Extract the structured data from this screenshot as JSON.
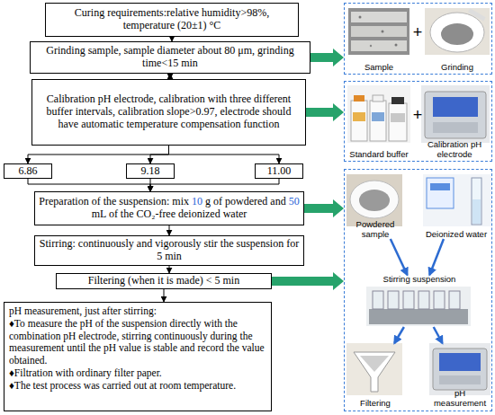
{
  "diagram": {
    "nodes": [
      {
        "text": [
          "Curing requirements:relative humidity>98%, temperature (20±1) °C"
        ]
      },
      {
        "text": [
          "Grinding sample, sample diameter about 80 μm, grinding time<15 min"
        ]
      },
      {
        "text": [
          "Calibration pH electrode, calibration with three different buffer intervals, calibration slope>0.97, electrode should have automatic temperature compensation function"
        ]
      },
      {
        "text": [
          "6.86"
        ]
      },
      {
        "text": [
          "9.18"
        ]
      },
      {
        "text": [
          "11.00"
        ]
      },
      {
        "text": [
          "Preparation of the suspension: mix 10 g of powdered and 50 mL of the CO₂-free deionized water"
        ]
      },
      {
        "text": [
          "Stirring: continuously and vigorously stir the suspension for 5 min"
        ]
      },
      {
        "text": [
          "Filtering (when it is made) < 5 min"
        ]
      },
      {
        "text": [
          "pH measurement, just after stirring:",
          "♦To measure the pH of the suspension directly with the combination pH electrode, stirring continuously during the measurement until the pH value is stable and record the value obtained.",
          "♦Filtration with ordinary filter paper.",
          "♦The test process was carried out at room temperature."
        ]
      },
      {
        "text": []
      },
      {
        "text": [
          "Sample"
        ],
        "in": 10
      },
      {
        "text": [
          "Grinding"
        ],
        "in": 10
      },
      {
        "text": []
      },
      {
        "text": [
          "Standard buffer"
        ],
        "in": 13
      },
      {
        "text": [
          "Calibration pH electrode"
        ],
        "in": 13
      },
      {
        "text": []
      },
      {
        "text": [
          "Powdered sample"
        ],
        "in": 16
      },
      {
        "text": [
          "Deionized water"
        ],
        "in": 16
      },
      {
        "text": [
          "Stirring suspension"
        ],
        "in": 16
      },
      {
        "text": [
          "Filtering"
        ],
        "in": 16
      },
      {
        "text": [
          "pH measurement"
        ],
        "in": 16
      }
    ],
    "edges": [
      {
        "from": 0,
        "to": 1,
        "arrow": "to"
      },
      {
        "from": 1,
        "to": 2,
        "arrow": "both"
      },
      {
        "from": 2,
        "to": 3,
        "arrow": "to"
      },
      {
        "from": 2,
        "to": 4,
        "arrow": "to"
      },
      {
        "from": 2,
        "to": 5,
        "arrow": "to"
      },
      {
        "from": 3,
        "to": 6,
        "arrow": "to"
      },
      {
        "from": 4,
        "to": 6,
        "arrow": "to"
      },
      {
        "from": 5,
        "to": 6,
        "arrow": "to"
      },
      {
        "from": 6,
        "to": 7,
        "arrow": "to"
      },
      {
        "from": 7,
        "to": 8,
        "arrow": "to"
      },
      {
        "from": 8,
        "to": 9,
        "arrow": "to"
      },
      {
        "from": 1,
        "to": 10,
        "arrow": "to"
      },
      {
        "from": 2,
        "to": 13,
        "arrow": "to"
      },
      {
        "from": 6,
        "to": 16,
        "arrow": "to"
      },
      {
        "from": 8,
        "to": 16,
        "arrow": "to"
      },
      {
        "from": 17,
        "to": 19,
        "arrow": "to"
      },
      {
        "from": 18,
        "to": 19,
        "arrow": "to"
      },
      {
        "from": 19,
        "to": 20,
        "arrow": "to"
      },
      {
        "from": 19,
        "to": 21,
        "arrow": "to"
      }
    ],
    "labels": [
      "+",
      "+"
    ]
  }
}
